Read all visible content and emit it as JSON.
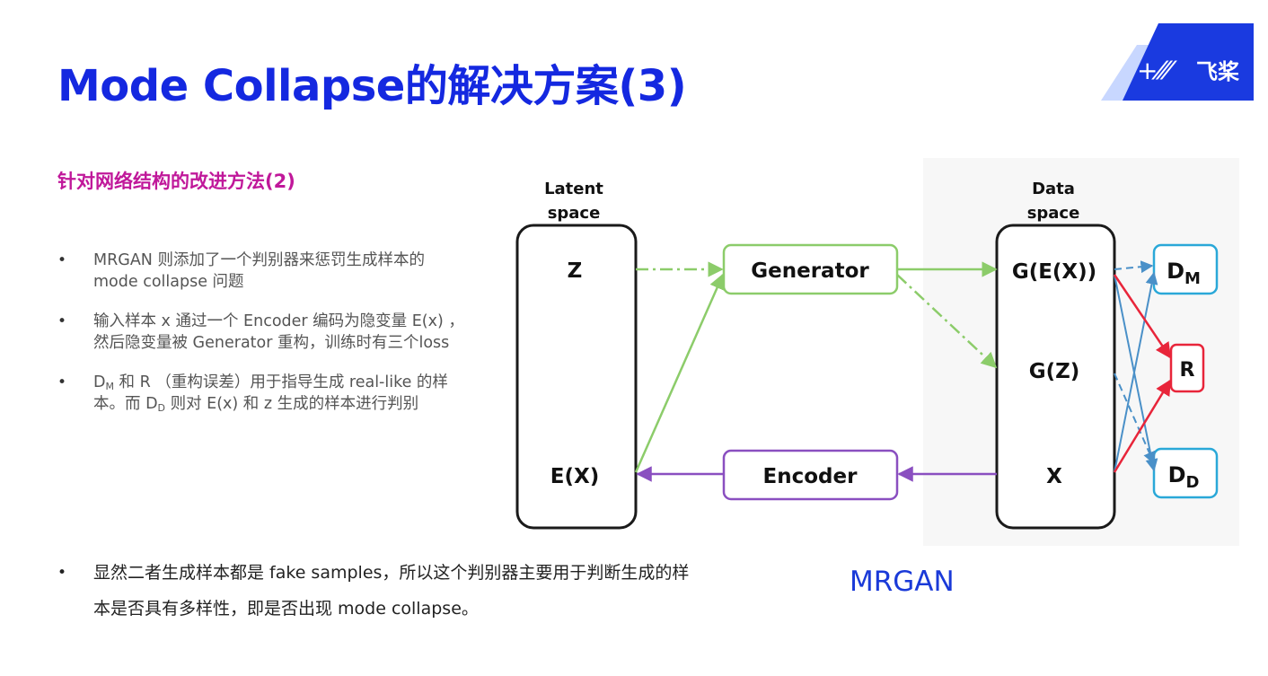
{
  "title": "Mode Collapse的解决方案(3)",
  "logo": {
    "text": "飞桨"
  },
  "subtitle": "针对网络结构的改进方法(2)",
  "bullets": [
    {
      "text": "MRGAN 则添加了一个判别器来惩罚生成样本的 mode collapse 问题"
    },
    {
      "text": "输入样本 x 通过一个 Encoder 编码为隐变量 E(x) ，然后隐变量被 Generator 重构，训练时有三个loss"
    },
    {
      "p1": "D",
      "s1": "M",
      "p2": " 和 R （重构误差）用于指导生成 real-like 的样本。而 D",
      "s2": "D",
      "p3": " 则对 E(x) 和 z 生成的样本进行判别"
    }
  ],
  "bottom_text": "显然二者生成样本都是 fake samples，所以这个判别器主要用于判断生成的样本是否具有多样性，即是否出现 mode collapse。",
  "diagram": {
    "latent_label_1": "Latent",
    "latent_label_2": "space",
    "data_label_1": "Data",
    "data_label_2": "space",
    "z": "Z",
    "ex": "E(X)",
    "generator": "Generator",
    "encoder": "Encoder",
    "gex": "G(E(X))",
    "gz": "G(Z)",
    "x": "X",
    "dm_main": "D",
    "dm_sub": "M",
    "r": "R",
    "dd_main": "D",
    "dd_sub": "D",
    "colors": {
      "green": "#8ccc6a",
      "purple": "#8a4fc0",
      "red": "#e8253a",
      "blue": "#4a90c8",
      "cyan": "#2aa8d8"
    }
  },
  "caption": "MRGAN",
  "colors": {
    "title": "#1428e0",
    "subtitle": "#c0189a",
    "caption": "#1a3ad8",
    "logo": "#1a3ae0"
  }
}
